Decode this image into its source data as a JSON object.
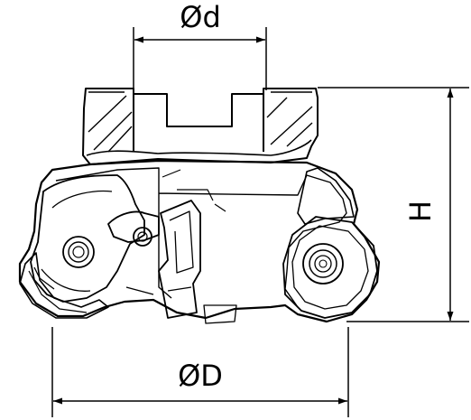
{
  "labels": {
    "bore_diameter": "Ød",
    "height": "H",
    "outer_diameter": "ØD"
  },
  "colors": {
    "line": "#000000",
    "background": "#ffffff"
  }
}
